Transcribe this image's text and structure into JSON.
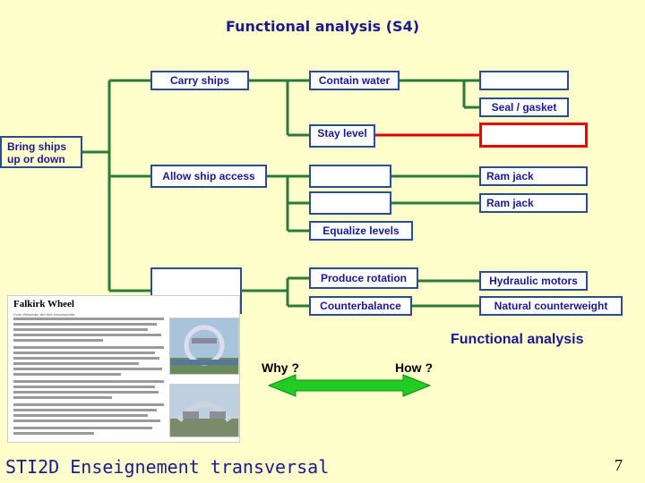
{
  "title": "Functional analysis (S4)",
  "root": {
    "label": "Bring ships up or down"
  },
  "nodes": {
    "carry_ships": "Carry ships",
    "contain_water": "Contain water",
    "blank_1": "",
    "seal_gasket": "Seal / gasket",
    "stay_level": "Stay level",
    "blank_red": "",
    "allow_ship_access": "Allow ship access",
    "blank_2": "",
    "ram_jack_1": "Ram jack",
    "blank_3": "",
    "ram_jack_2": "Ram jack",
    "equalize_levels": "Equalize levels",
    "blank_4": "",
    "produce_rotation": "Produce rotation",
    "hydraulic_motors": "Hydraulic motors",
    "counterbalance": "Counterbalance",
    "natural_counterweight": "Natural counterweight"
  },
  "labels": {
    "functional_analysis": "Functional analysis",
    "why": "Why ?",
    "how": "How ?"
  },
  "wiki": {
    "title": "Falkirk Wheel",
    "subtitle": "From Wikipedia, the free encyclopedia"
  },
  "footer": "STI2D Enseignement transversal",
  "page_number": "7",
  "colors": {
    "background": "#ffffcc",
    "box_border": "#2b4c8f",
    "connector": "#2b7a3a",
    "highlight": "#e00000",
    "text": "#1a1a8c",
    "arrow": "#22cc22"
  }
}
